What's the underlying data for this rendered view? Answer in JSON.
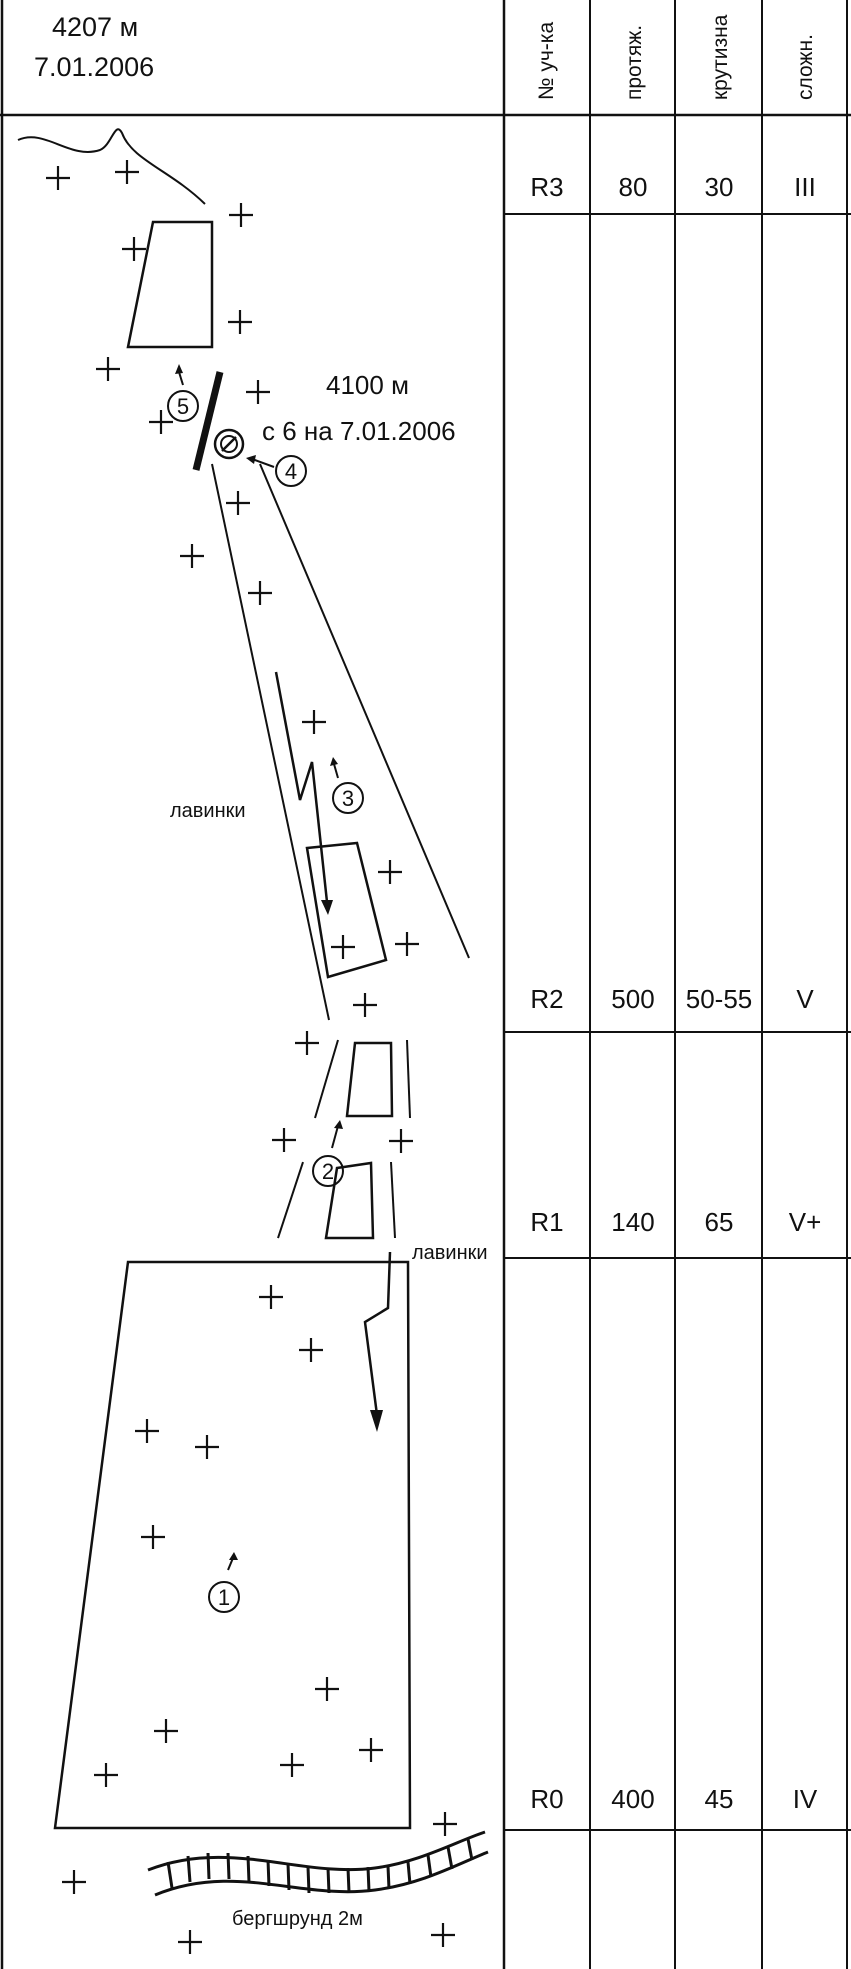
{
  "header": {
    "altitude": "4207 м",
    "date": "7.01.2006",
    "columns": [
      "№ уч-ка",
      "протяж.",
      "крутизна",
      "сложн."
    ]
  },
  "rows": [
    {
      "section": "R3",
      "length": "80",
      "steepness": "30",
      "difficulty": "III"
    },
    {
      "section": "R2",
      "length": "500",
      "steepness": "50-55",
      "difficulty": "V"
    },
    {
      "section": "R1",
      "length": "140",
      "steepness": "65",
      "difficulty": "V+"
    },
    {
      "section": "R0",
      "length": "400",
      "steepness": "45",
      "difficulty": "IV"
    }
  ],
  "annotations": {
    "bivouac_altitude": "4100 м",
    "bivouac_note": "с 6 на 7.01.2006",
    "avalanche_label_upper": "лавинки",
    "avalanche_label_lower": "лавинки",
    "bergschrund": "бергшрунд 2м"
  },
  "markers": [
    "1",
    "2",
    "3",
    "4",
    "5"
  ],
  "icons": {
    "rock_marker": "plus-icon",
    "bivouac": "no-entry-circle-icon",
    "avalanche": "zigzag-arrow-icon"
  }
}
